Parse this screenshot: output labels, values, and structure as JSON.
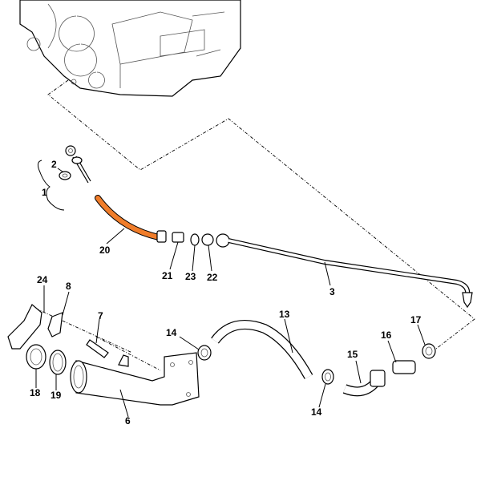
{
  "diagram": {
    "highlight_color": "#f07d2a",
    "labels": {
      "p1": "1",
      "p2": "2",
      "p3": "3",
      "p6": "6",
      "p7": "7",
      "p8": "8",
      "p13": "13",
      "p14a": "14",
      "p14b": "14",
      "p15": "15",
      "p16": "16",
      "p17": "17",
      "p18": "18",
      "p19": "19",
      "p20": "20",
      "p21": "21",
      "p22": "22",
      "p23": "23",
      "p24": "24"
    }
  }
}
